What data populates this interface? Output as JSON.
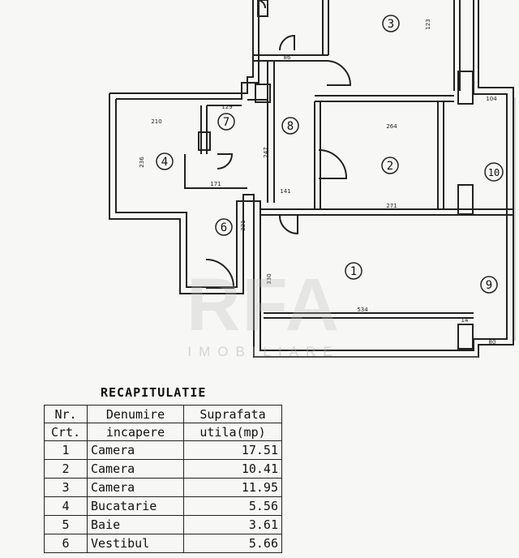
{
  "floorplan": {
    "room_labels": [
      "1",
      "2",
      "3",
      "4",
      "6",
      "7",
      "8",
      "9",
      "10"
    ],
    "dimension_labels": [
      "210",
      "236",
      "171",
      "247",
      "141",
      "221",
      "264",
      "271",
      "534",
      "330",
      "14",
      "123",
      "80",
      "104",
      "86",
      "129"
    ]
  },
  "watermark": {
    "logo": "RFA",
    "subtitle": "IMOBILIARE"
  },
  "recap": {
    "title": "RECAPITULATIE",
    "headers": [
      [
        "Nr.",
        "Crt."
      ],
      [
        "Denumire",
        "incapere"
      ],
      [
        "Suprafata",
        "utila(mp)"
      ]
    ],
    "rows": [
      {
        "nr": "1",
        "name": "Camera",
        "area": "17.51"
      },
      {
        "nr": "2",
        "name": "Camera",
        "area": "10.41"
      },
      {
        "nr": "3",
        "name": "Camera",
        "area": "11.95"
      },
      {
        "nr": "4",
        "name": "Bucatarie",
        "area": "5.56"
      },
      {
        "nr": "5",
        "name": "Baie",
        "area": "3.61"
      },
      {
        "nr": "6",
        "name": "Vestibul",
        "area": "5.66"
      }
    ]
  }
}
